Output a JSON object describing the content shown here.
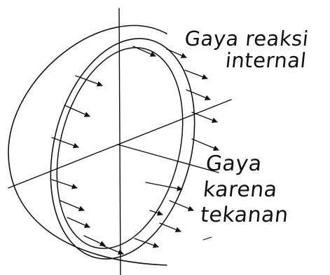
{
  "labels": {
    "internal_reaction": [
      "Gaya reaksi",
      "internal"
    ],
    "pressure_force": [
      "Gaya",
      "karena",
      "tekanan"
    ]
  },
  "style": {
    "ink_color": "#111111",
    "background": "#ffffff"
  }
}
